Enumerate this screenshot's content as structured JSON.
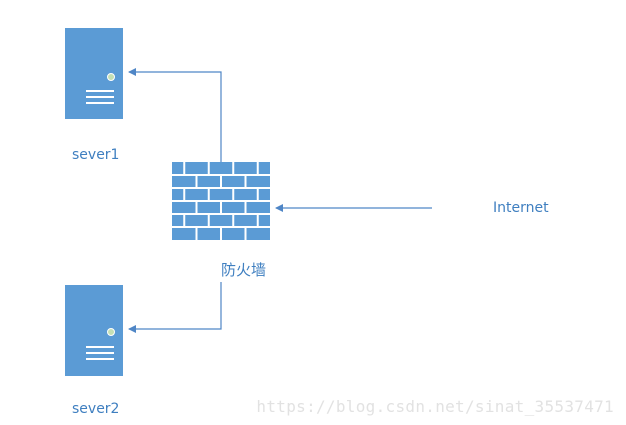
{
  "nodes": {
    "server1": {
      "label": "sever1"
    },
    "server2": {
      "label": "sever2"
    },
    "firewall": {
      "label": "防火墙"
    },
    "internet": {
      "label": "Internet"
    }
  },
  "watermark": "https://blog.csdn.net/sinat_35537471",
  "colors": {
    "server_fill": "#5b9bd5",
    "server_indicator": "#c5e0b4",
    "line": "#4f86c6",
    "label": "#3f7fc0",
    "brick_mortar": "#ffffff",
    "watermark": "#e2e2e2"
  },
  "icons": {
    "server": "server-icon",
    "firewall": "firewall-brick-wall-icon"
  }
}
